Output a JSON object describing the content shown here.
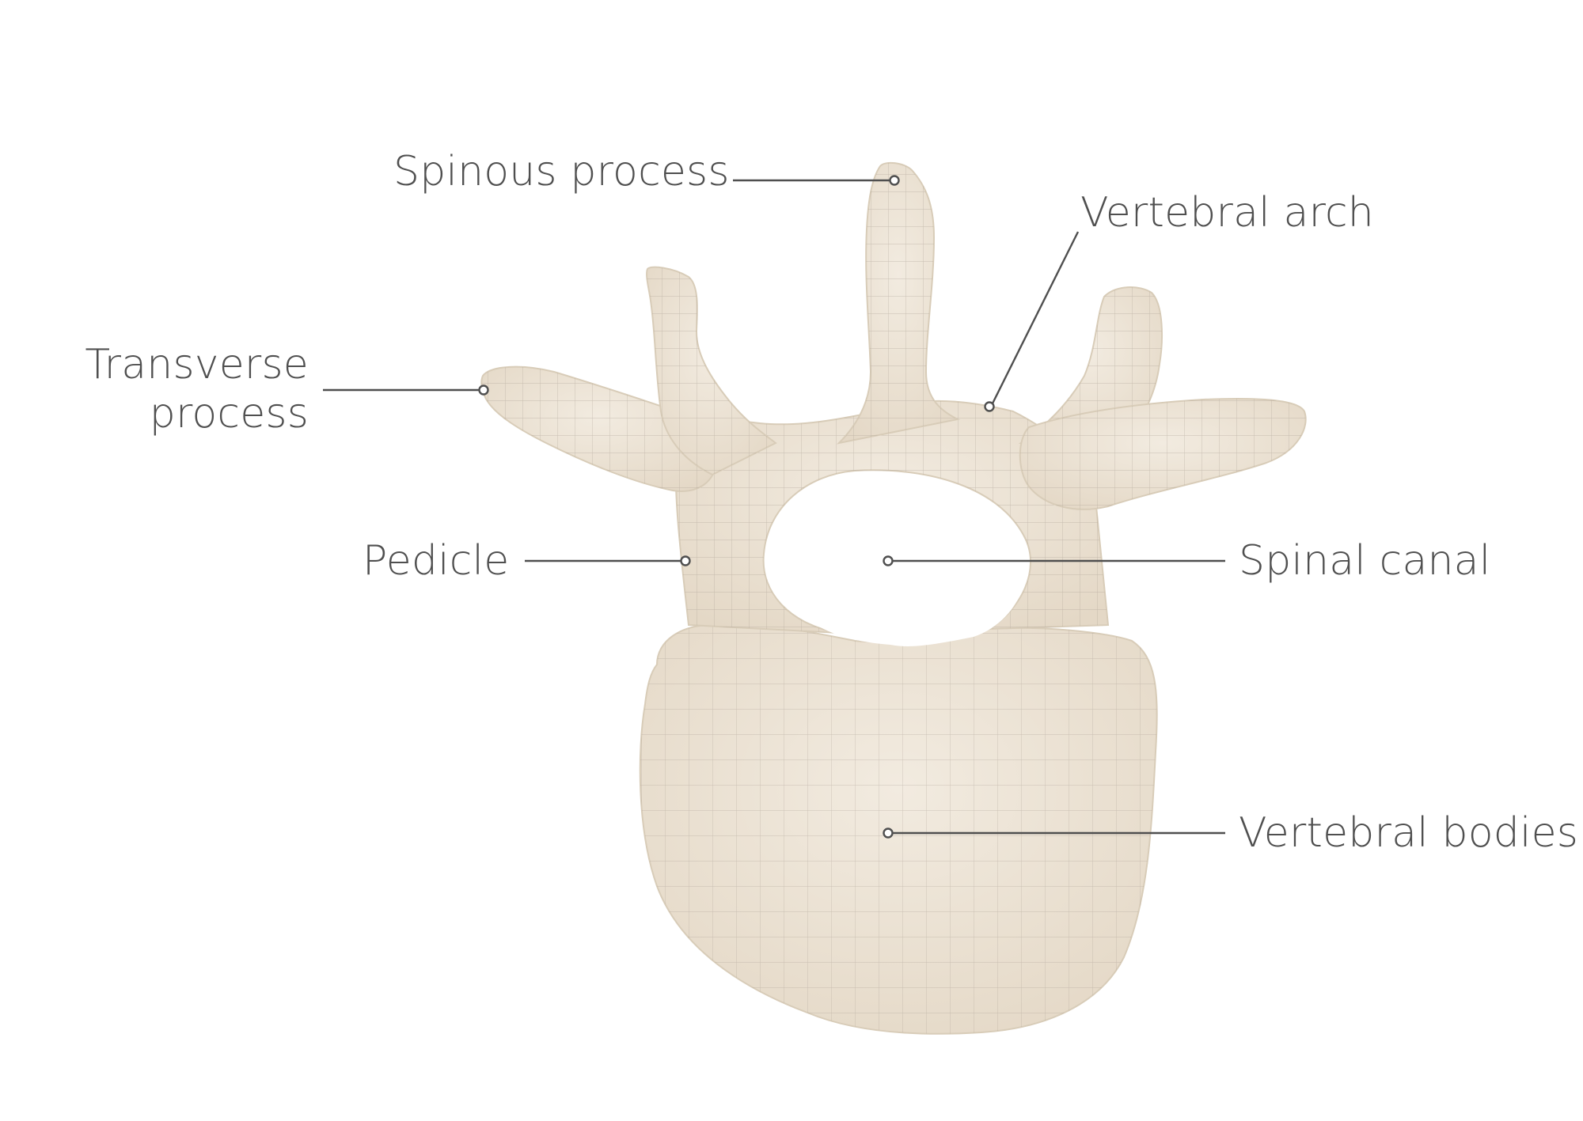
{
  "labels": {
    "spinous_process": "Spinous process",
    "vertebral_arch": "Vertebral arch",
    "transverse_process_line1": "Transverse",
    "transverse_process_line2": "process",
    "pedicle": "Pedicle",
    "spinal_canal": "Spinal canal",
    "vertebral_bodies": "Vertebral bodies"
  },
  "colors": {
    "bone_fill": "#ece3d5",
    "bone_shade": "#dcd0bd",
    "mesh_line": "#9a9088",
    "leader_line": "#4f4f4f",
    "label_text": "#4f4f4f",
    "background": "#ffffff"
  }
}
